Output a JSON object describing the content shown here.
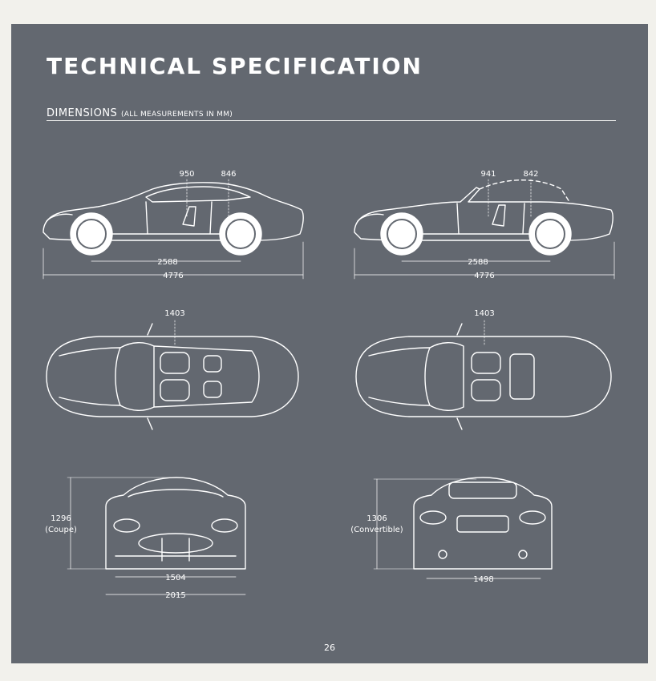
{
  "page": {
    "title": "TECHNICAL SPECIFICATION",
    "section_title": "DIMENSIONS",
    "section_note": "(ALL MEASUREMENTS IN MM)",
    "page_number": "26"
  },
  "coupe": {
    "side": {
      "front_headroom": "950",
      "rear_headroom": "846",
      "wheelbase": "2588",
      "length": "4776"
    },
    "top": {
      "width": "1403"
    },
    "front": {
      "height": "1296",
      "height_note": "(Coupe)",
      "track": "1504",
      "width": "2015"
    }
  },
  "convertible": {
    "side": {
      "front_headroom": "941",
      "rear_headroom": "842",
      "wheelbase": "2588",
      "length": "4776"
    },
    "top": {
      "width": "1403"
    },
    "rear": {
      "height": "1306",
      "height_note": "(Convertible)",
      "track": "1498"
    }
  },
  "colors": {
    "panel": "#636870",
    "lines": "#ffffff"
  }
}
